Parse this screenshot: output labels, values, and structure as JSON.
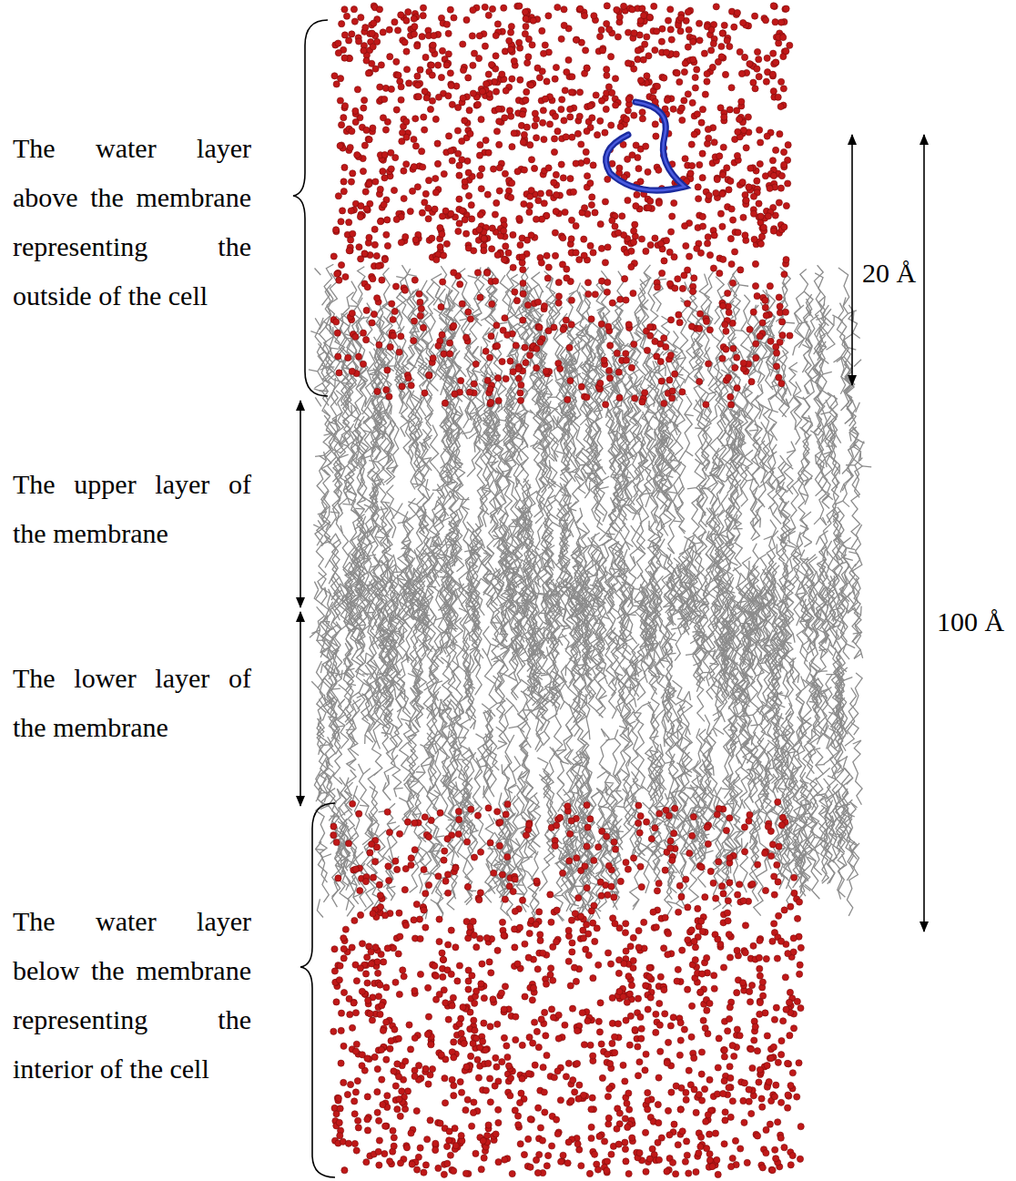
{
  "diagram": {
    "labels": [
      "The water layer above the membrane representing the outside of the cell",
      "The upper layer of the membrane",
      "The lower layer of the membrane",
      "The water layer below the membrane representing the interior of the cell",
      "20 Å",
      "100 Å"
    ]
  }
}
